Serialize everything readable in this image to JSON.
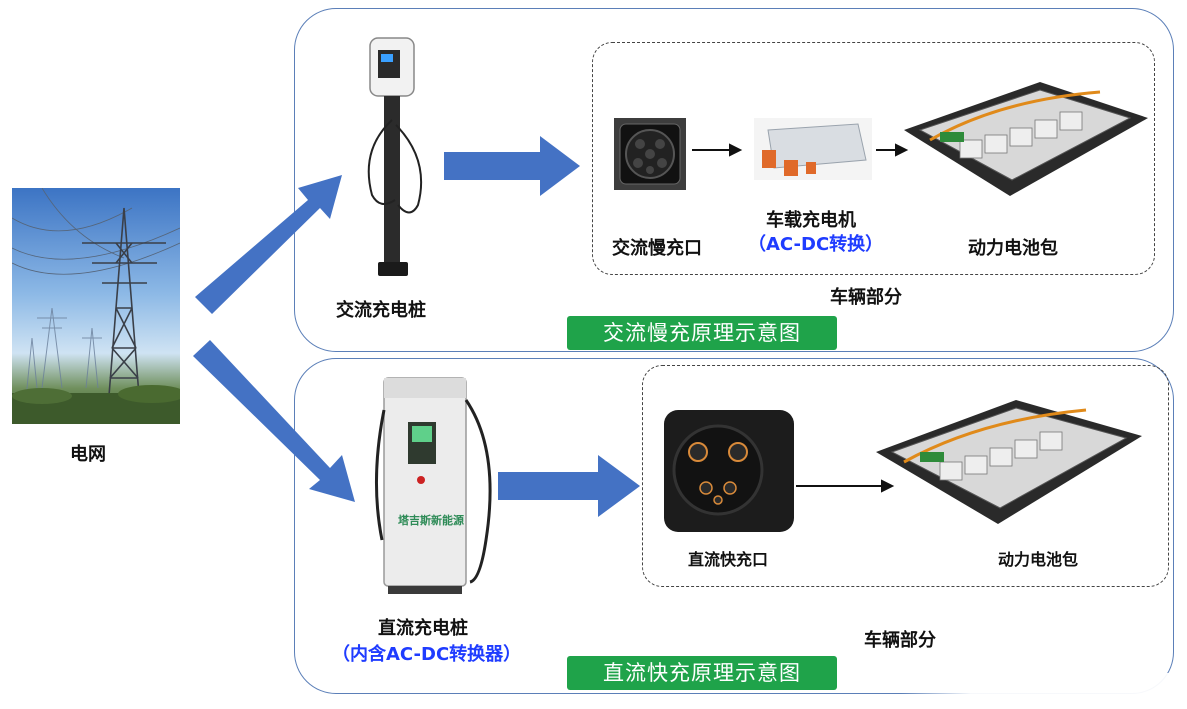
{
  "grid": {
    "label": "电网"
  },
  "ac_section": {
    "pile_label": "交流充电桩",
    "port_label": "交流慢充口",
    "obc_label": "车载充电机",
    "obc_sub_label": "（AC-DC转换）",
    "battery_label": "动力电池包",
    "vehicle_label": "车辆部分",
    "badge": "交流慢充原理示意图"
  },
  "dc_section": {
    "pile_label": "直流充电桩",
    "pile_sub_label": "（内含AC-DC转换器）",
    "pile_brand": "塔吉斯新能源",
    "port_label": "直流快充口",
    "battery_label": "动力电池包",
    "vehicle_label": "车辆部分",
    "badge": "直流快充原理示意图"
  },
  "colors": {
    "arrow_blue": "#4472c4",
    "badge_green": "#1fa34a",
    "highlight_blue": "#1f3cff",
    "panel_border": "#5b7fb8"
  }
}
